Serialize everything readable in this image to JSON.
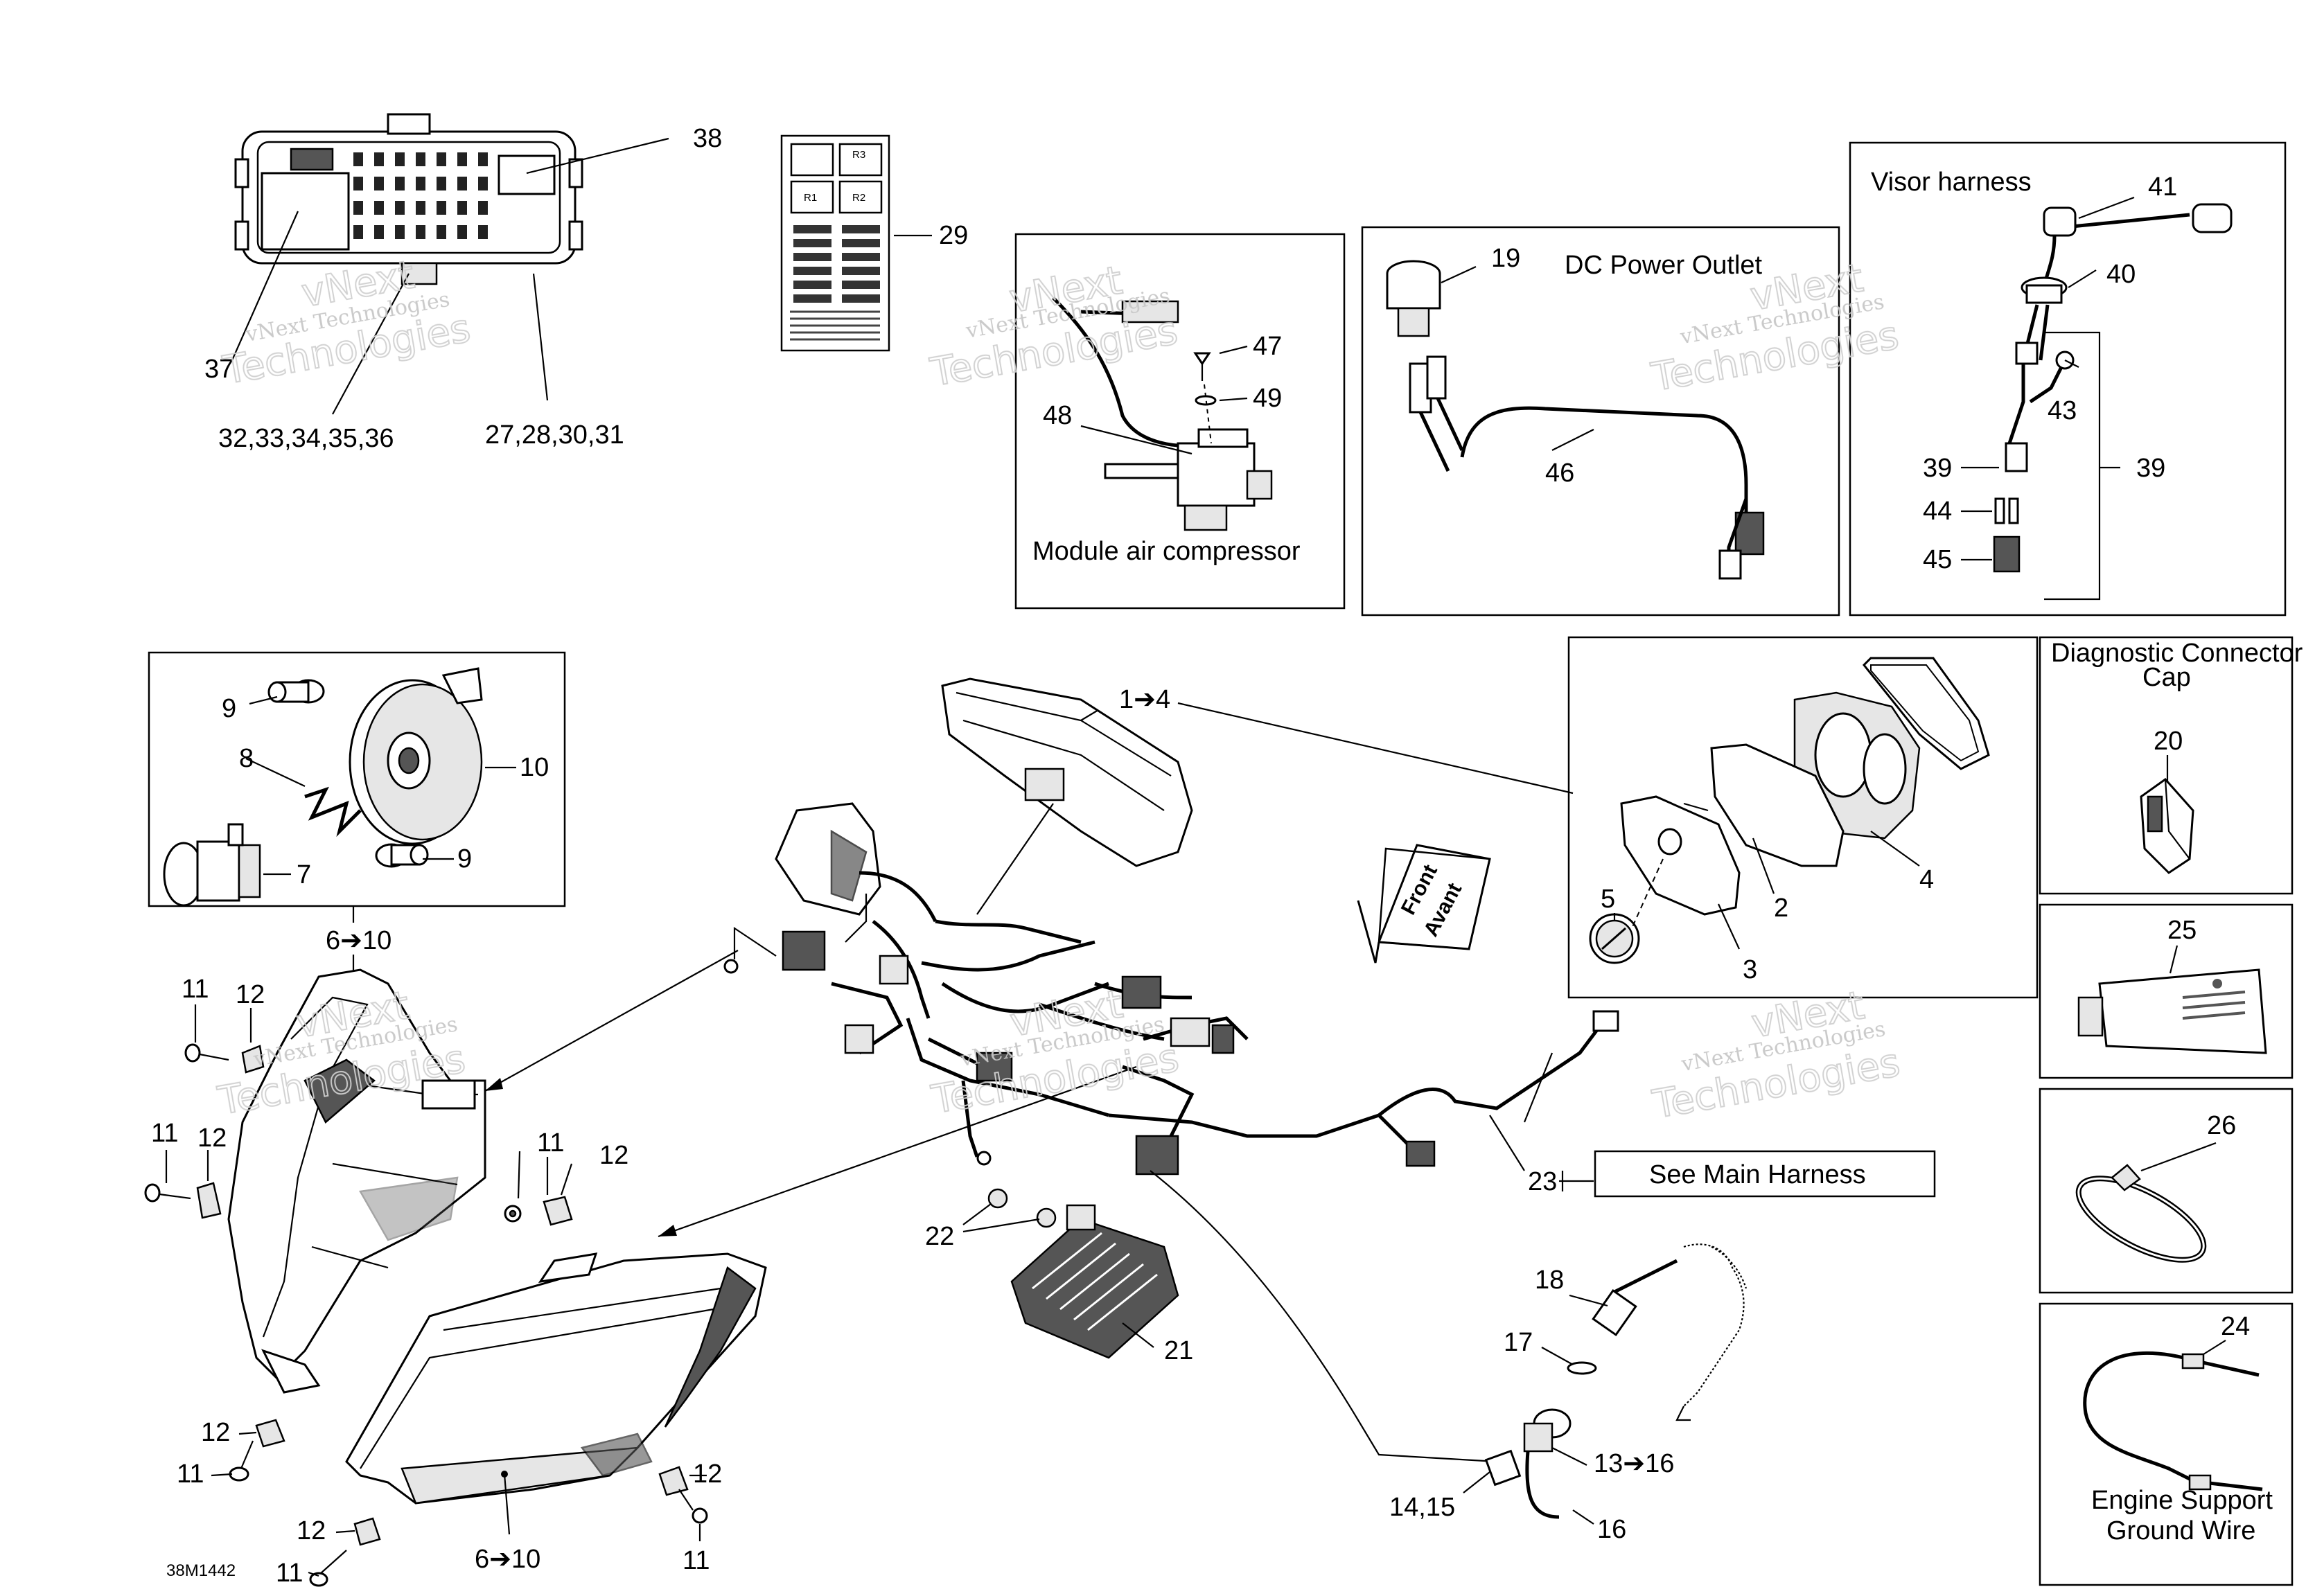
{
  "diagram": {
    "drawing_number": "38M1442",
    "watermark": "vNext Technologies",
    "watermark_line1": "vNext",
    "watermark_line2": "Technologies",
    "front_arrow": {
      "line1": "Front",
      "line2": "Avant"
    }
  },
  "boxes": {
    "module_air_compressor": "Module air compressor",
    "dc_power_outlet": "DC Power Outlet",
    "visor_harness": "Visor harness",
    "diagnostic_connector_cap_line1": "Diagnostic Connector",
    "diagnostic_connector_cap_line2": "Cap",
    "see_main_harness": "See Main Harness",
    "engine_support_line1": "Engine Support",
    "engine_support_line2": "Ground Wire"
  },
  "fuse_label": {
    "r1": "R1",
    "r2": "R2",
    "r3": "R3"
  },
  "callouts": {
    "c38": "38",
    "c37": "37",
    "c32_36": "32,33,34,35,36",
    "c27_31": "27,28,30,31",
    "c29": "29",
    "c47": "47",
    "c49": "49",
    "c48": "48",
    "c19": "19",
    "c46": "46",
    "c41": "41",
    "c40": "40",
    "c43": "43",
    "c39a": "39",
    "c39b": "39",
    "c44": "44",
    "c45": "45",
    "c9a": "9",
    "c8": "8",
    "c10": "10",
    "c7": "7",
    "c9b": "9",
    "c6_10a": "6➔10",
    "c1_4": "1➔4",
    "c2": "2",
    "c3": "3",
    "c4": "4",
    "c5": "5",
    "c20": "20",
    "c25": "25",
    "c26": "26",
    "c24": "24",
    "c11a": "11",
    "c12a": "12",
    "c11b": "11",
    "c12b": "12",
    "c11c": "11",
    "c12c": "12",
    "c12d": "12",
    "c11d": "11",
    "c12e": "12",
    "c11e": "11",
    "c12f": "12",
    "c11f": "11",
    "c6_10b": "6➔10",
    "c22": "22",
    "c21": "21",
    "c23": "23",
    "c18": "18",
    "c17": "17",
    "c13_16": "13➔16",
    "c14_15": "14,15",
    "c16": "16"
  }
}
